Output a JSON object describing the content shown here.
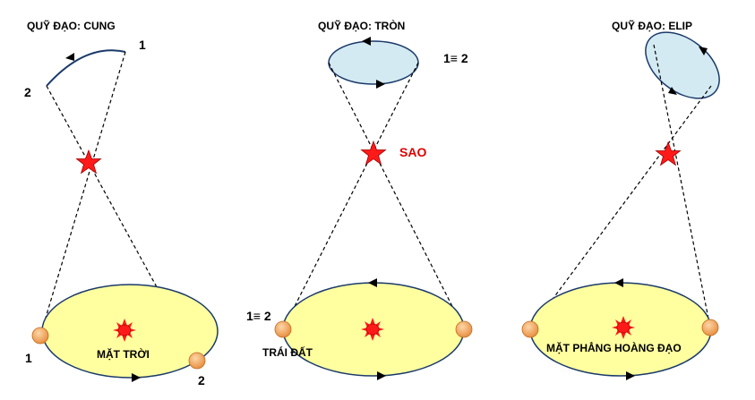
{
  "panels": [
    {
      "title": "QUỸ ĐẠO: CUNG",
      "point_labels": [
        "1",
        "2"
      ],
      "earth_labels": [
        "1",
        "2"
      ],
      "sun_label": "MẶT TRỜI"
    },
    {
      "title": "QUỸ ĐẠO: TRÒN",
      "point_label": "1≡ 2",
      "star_label": "SAO",
      "earth_label": "1≡ 2",
      "earth_caption": "TRÁI ĐẤT"
    },
    {
      "title": "QUỸ ĐẠO: ELIP",
      "plane_label": "MẶT PHẲNG HOÀNG ĐẠO"
    }
  ],
  "colors": {
    "orbit_fill": "#ffffa0",
    "apparent_fill": "#d4eaf2",
    "outline": "#1a3a6a",
    "star": "#ff1a1a",
    "sun": "#ff1a1a",
    "earth": "#f4a05a",
    "star_label": "#e00000"
  },
  "icons": [
    "star-icon",
    "sun-icon",
    "earth-icon",
    "arrow-icon"
  ]
}
